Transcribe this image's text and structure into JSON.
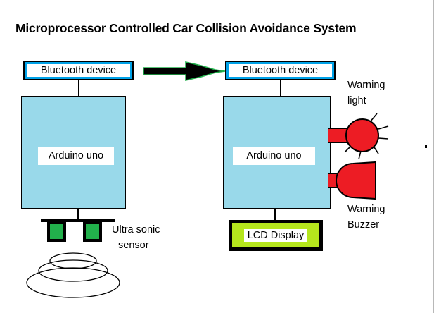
{
  "diagram": {
    "title": "Microprocessor Controlled Car Collision Avoidance System",
    "transmitter": {
      "bluetooth_label": "Bluetooth device",
      "controller_label": "Arduino uno",
      "sensor_label_line1": "Ultra sonic",
      "sensor_label_line2": "sensor"
    },
    "receiver": {
      "bluetooth_label": "Bluetooth device",
      "controller_label": "Arduino uno",
      "display_label": "LCD Display",
      "warning_light_line1": "Warning",
      "warning_light_line2": "light",
      "warning_buzzer_line1": "Warning",
      "warning_buzzer_line2": "Buzzer"
    },
    "link_arrow": "wireless-link-arrow",
    "colors": {
      "bluetooth_border": "#00a2e8",
      "controller_fill": "#99d9ea",
      "sensor_fill": "#22b14c",
      "display_fill": "#b5e61d",
      "actuator_fill": "#ed1c24",
      "arrow_fill": "#000000",
      "arrow_outline": "#22b14c",
      "outline": "#000000",
      "background": "#ffffff"
    }
  }
}
